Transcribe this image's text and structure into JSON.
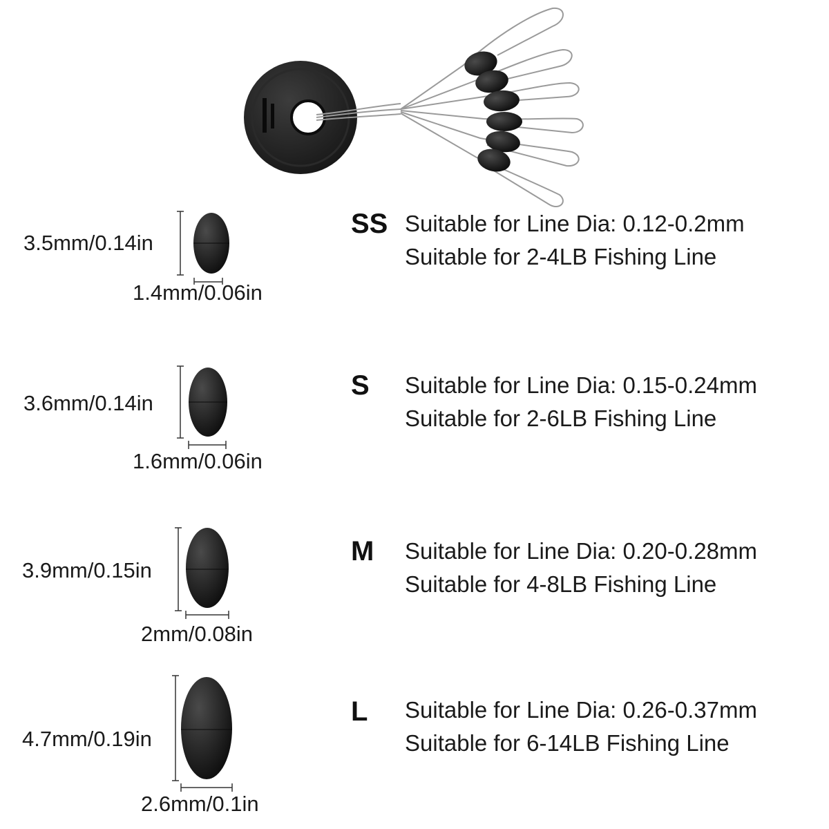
{
  "colors": {
    "bead": "#1c1c1c",
    "line": "#9a9a9a",
    "text": "#1a1a1a"
  },
  "sizes": [
    {
      "code": "SS",
      "height_label": "3.5mm/0.14in",
      "width_label": "1.4mm/0.06in",
      "spec_line1": "Suitable for Line Dia: 0.12-0.2mm",
      "spec_line2": "Suitable for 2-4LB Fishing Line"
    },
    {
      "code": "S",
      "height_label": "3.6mm/0.14in",
      "width_label": "1.6mm/0.06in",
      "spec_line1": "Suitable for Line Dia: 0.15-0.24mm",
      "spec_line2": "Suitable for 2-6LB Fishing Line"
    },
    {
      "code": "M",
      "height_label": "3.9mm/0.15in",
      "width_label": "2mm/0.08in",
      "spec_line1": "Suitable for Line Dia: 0.20-0.28mm",
      "spec_line2": "Suitable for 4-8LB Fishing Line"
    },
    {
      "code": "L",
      "height_label": "4.7mm/0.19in",
      "width_label": "2.6mm/0.1in",
      "spec_line1": "Suitable for Line Dia: 0.26-0.37mm",
      "spec_line2": "Suitable for 6-14LB Fishing Line"
    }
  ]
}
